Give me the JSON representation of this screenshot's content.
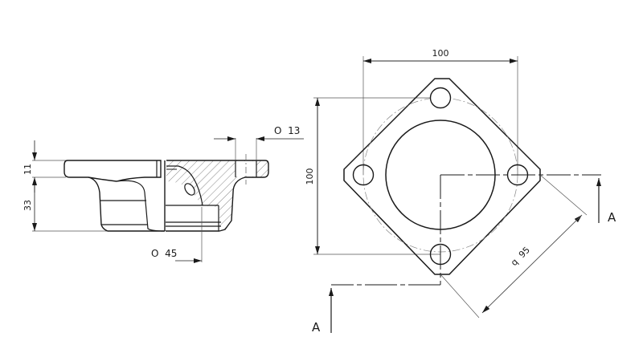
{
  "drawing": {
    "type": "technical-drawing",
    "views": [
      "side-section-view",
      "top-view"
    ],
    "colors": {
      "line": "#1a1a1a",
      "thin": "#555555",
      "hatch": "#666666",
      "background": "#ffffff"
    }
  },
  "side_view": {
    "dim_flange_thickness": "11",
    "dim_body_height": "33",
    "dim_hole_diameter": "O  13",
    "dim_bore_diameter": "O  45"
  },
  "top_view": {
    "dim_width": "100",
    "dim_height": "100",
    "dim_bolt_circle": "q  95",
    "section_label_right": "A",
    "section_label_left": "A"
  }
}
